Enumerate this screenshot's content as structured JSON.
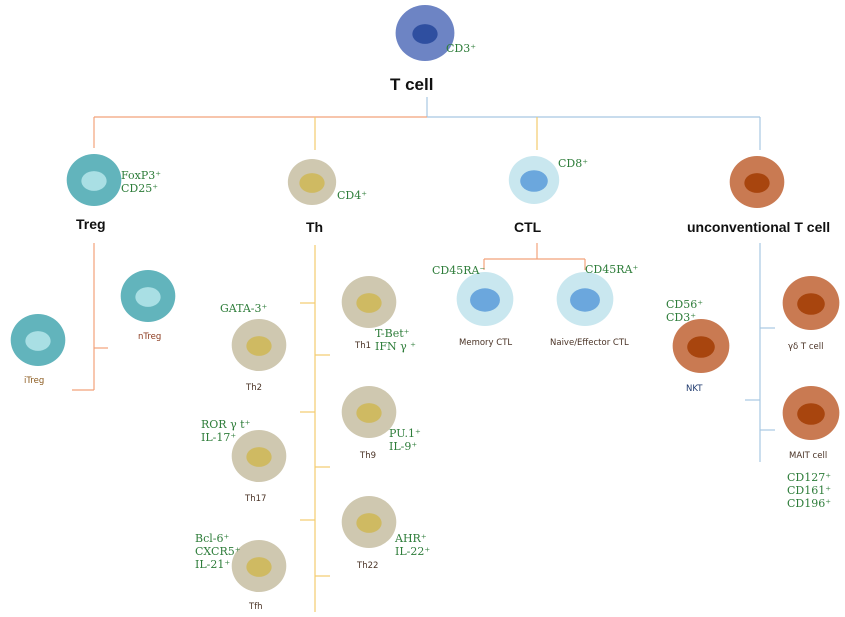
{
  "colors": {
    "tcell_outer": "#6d84c4",
    "tcell_inner": "#2f4fa0",
    "treg_outer": "#62b4bc",
    "treg_inner": "#a9dfe4",
    "th_outer": "#cfc8b0",
    "th_inner": "#cfba62",
    "ctl_outer": "#c9e7ef",
    "ctl_inner": "#6ba7dd",
    "unconv_outer": "#c97a52",
    "unconv_inner": "#a8450e",
    "line_orange": "#f2a27a",
    "line_yellow": "#f4cc6e",
    "line_blue": "#a8c8e2",
    "marker_text": "#2e7d3a"
  },
  "root": {
    "title": "T cell",
    "markers": [
      "CD3⁺"
    ]
  },
  "branches": {
    "treg": {
      "title": "Treg",
      "markers": [
        "FoxP3⁺",
        "CD25⁺"
      ]
    },
    "th": {
      "title": "Th",
      "markers": [
        "CD4⁺"
      ]
    },
    "ctl": {
      "title": "CTL",
      "markers": [
        "CD8⁺"
      ]
    },
    "unconv": {
      "title": "unconventional T cell"
    }
  },
  "treg_subsets": {
    "ntreg": {
      "label": "nTreg"
    },
    "itreg": {
      "label": "iTreg"
    }
  },
  "th_subsets": {
    "th2": {
      "label": "Th2",
      "markers": [
        "GATA-3⁺"
      ]
    },
    "th17": {
      "label": "Th17",
      "markers": [
        "ROR γ t⁺",
        "IL-17⁺"
      ]
    },
    "tfh": {
      "label": "Tfh",
      "markers": [
        "Bcl-6⁺",
        "CXCR5⁺",
        "IL-21⁺"
      ]
    },
    "th1": {
      "label": "Th1",
      "markers": [
        "T-Bet⁺",
        "IFN γ ⁺"
      ]
    },
    "th9": {
      "label": "Th9",
      "markers": [
        "PU.1⁺",
        "IL-9⁺"
      ]
    },
    "th22": {
      "label": "Th22",
      "markers": [
        "AHR⁺",
        "IL-22⁺"
      ]
    }
  },
  "ctl_subsets": {
    "memory": {
      "label": "Memory CTL",
      "markers": [
        "CD45RA⁻"
      ]
    },
    "naive": {
      "label": "Naive/Effector CTL",
      "markers": [
        "CD45RA⁺"
      ]
    }
  },
  "unconv_subsets": {
    "nkt": {
      "label": "NKT",
      "markers": [
        "CD56⁺",
        "CD3⁺"
      ]
    },
    "gd": {
      "label": "γδ T cell"
    },
    "mait": {
      "label": "MAIT cell",
      "markers": [
        "CD127⁺",
        "CD161⁺",
        "CD196⁺"
      ]
    }
  }
}
